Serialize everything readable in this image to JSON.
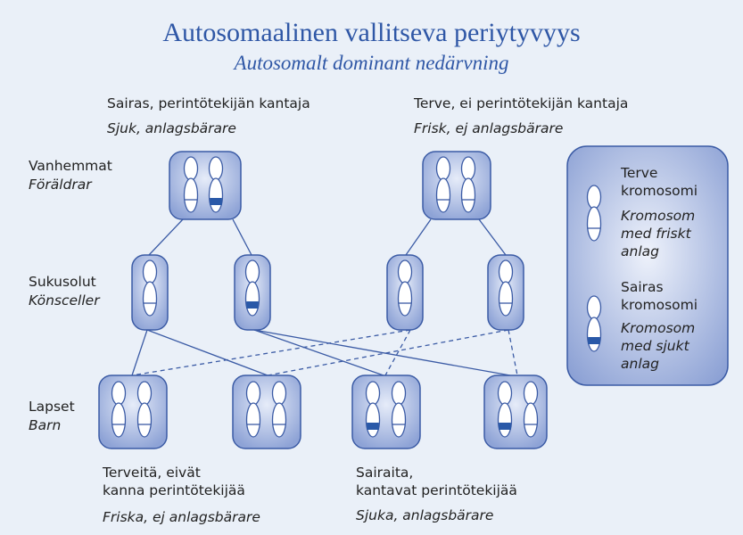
{
  "title": "Autosomaalinen vallitseva periytyvyys",
  "subtitle": "Autosomalt dominant nedärvning",
  "parents": {
    "left_fi": "Sairas, perintötekijän kantaja",
    "left_sv": "Sjuk, anlagsbärare",
    "right_fi": "Terve, ei perintötekijän kantaja",
    "right_sv": "Frisk, ej anlagsbärare"
  },
  "rows": {
    "parents_fi": "Vanhemmat",
    "parents_sv": "Föräldrar",
    "gametes_fi": "Sukusolut",
    "gametes_sv": "Könsceller",
    "children_fi": "Lapset",
    "children_sv": "Barn"
  },
  "outcomes": {
    "healthy_fi_1": "Terveitä, eivät",
    "healthy_fi_2": "kanna perintötekijää",
    "healthy_sv": "Friska, ej anlagsbärare",
    "sick_fi_1": "Sairaita,",
    "sick_fi_2": "kantavat perintötekijää",
    "sick_sv": "Sjuka, anlagsbärare"
  },
  "legend": {
    "healthy_fi_1": "Terve",
    "healthy_fi_2": "kromosomi",
    "healthy_sv_1": "Kromosom",
    "healthy_sv_2": "med friskt",
    "healthy_sv_3": "anlag",
    "sick_fi_1": "Sairas",
    "sick_fi_2": "kromosomi",
    "sick_sv_1": "Kromosom",
    "sick_sv_2": "med sjukt",
    "sick_sv_3": "anlag"
  },
  "colors": {
    "title": "#2f57a6",
    "box_fill": "#a8b8e2",
    "box_stroke": "#3b5ba5",
    "sick_band": "#2a59a8"
  }
}
